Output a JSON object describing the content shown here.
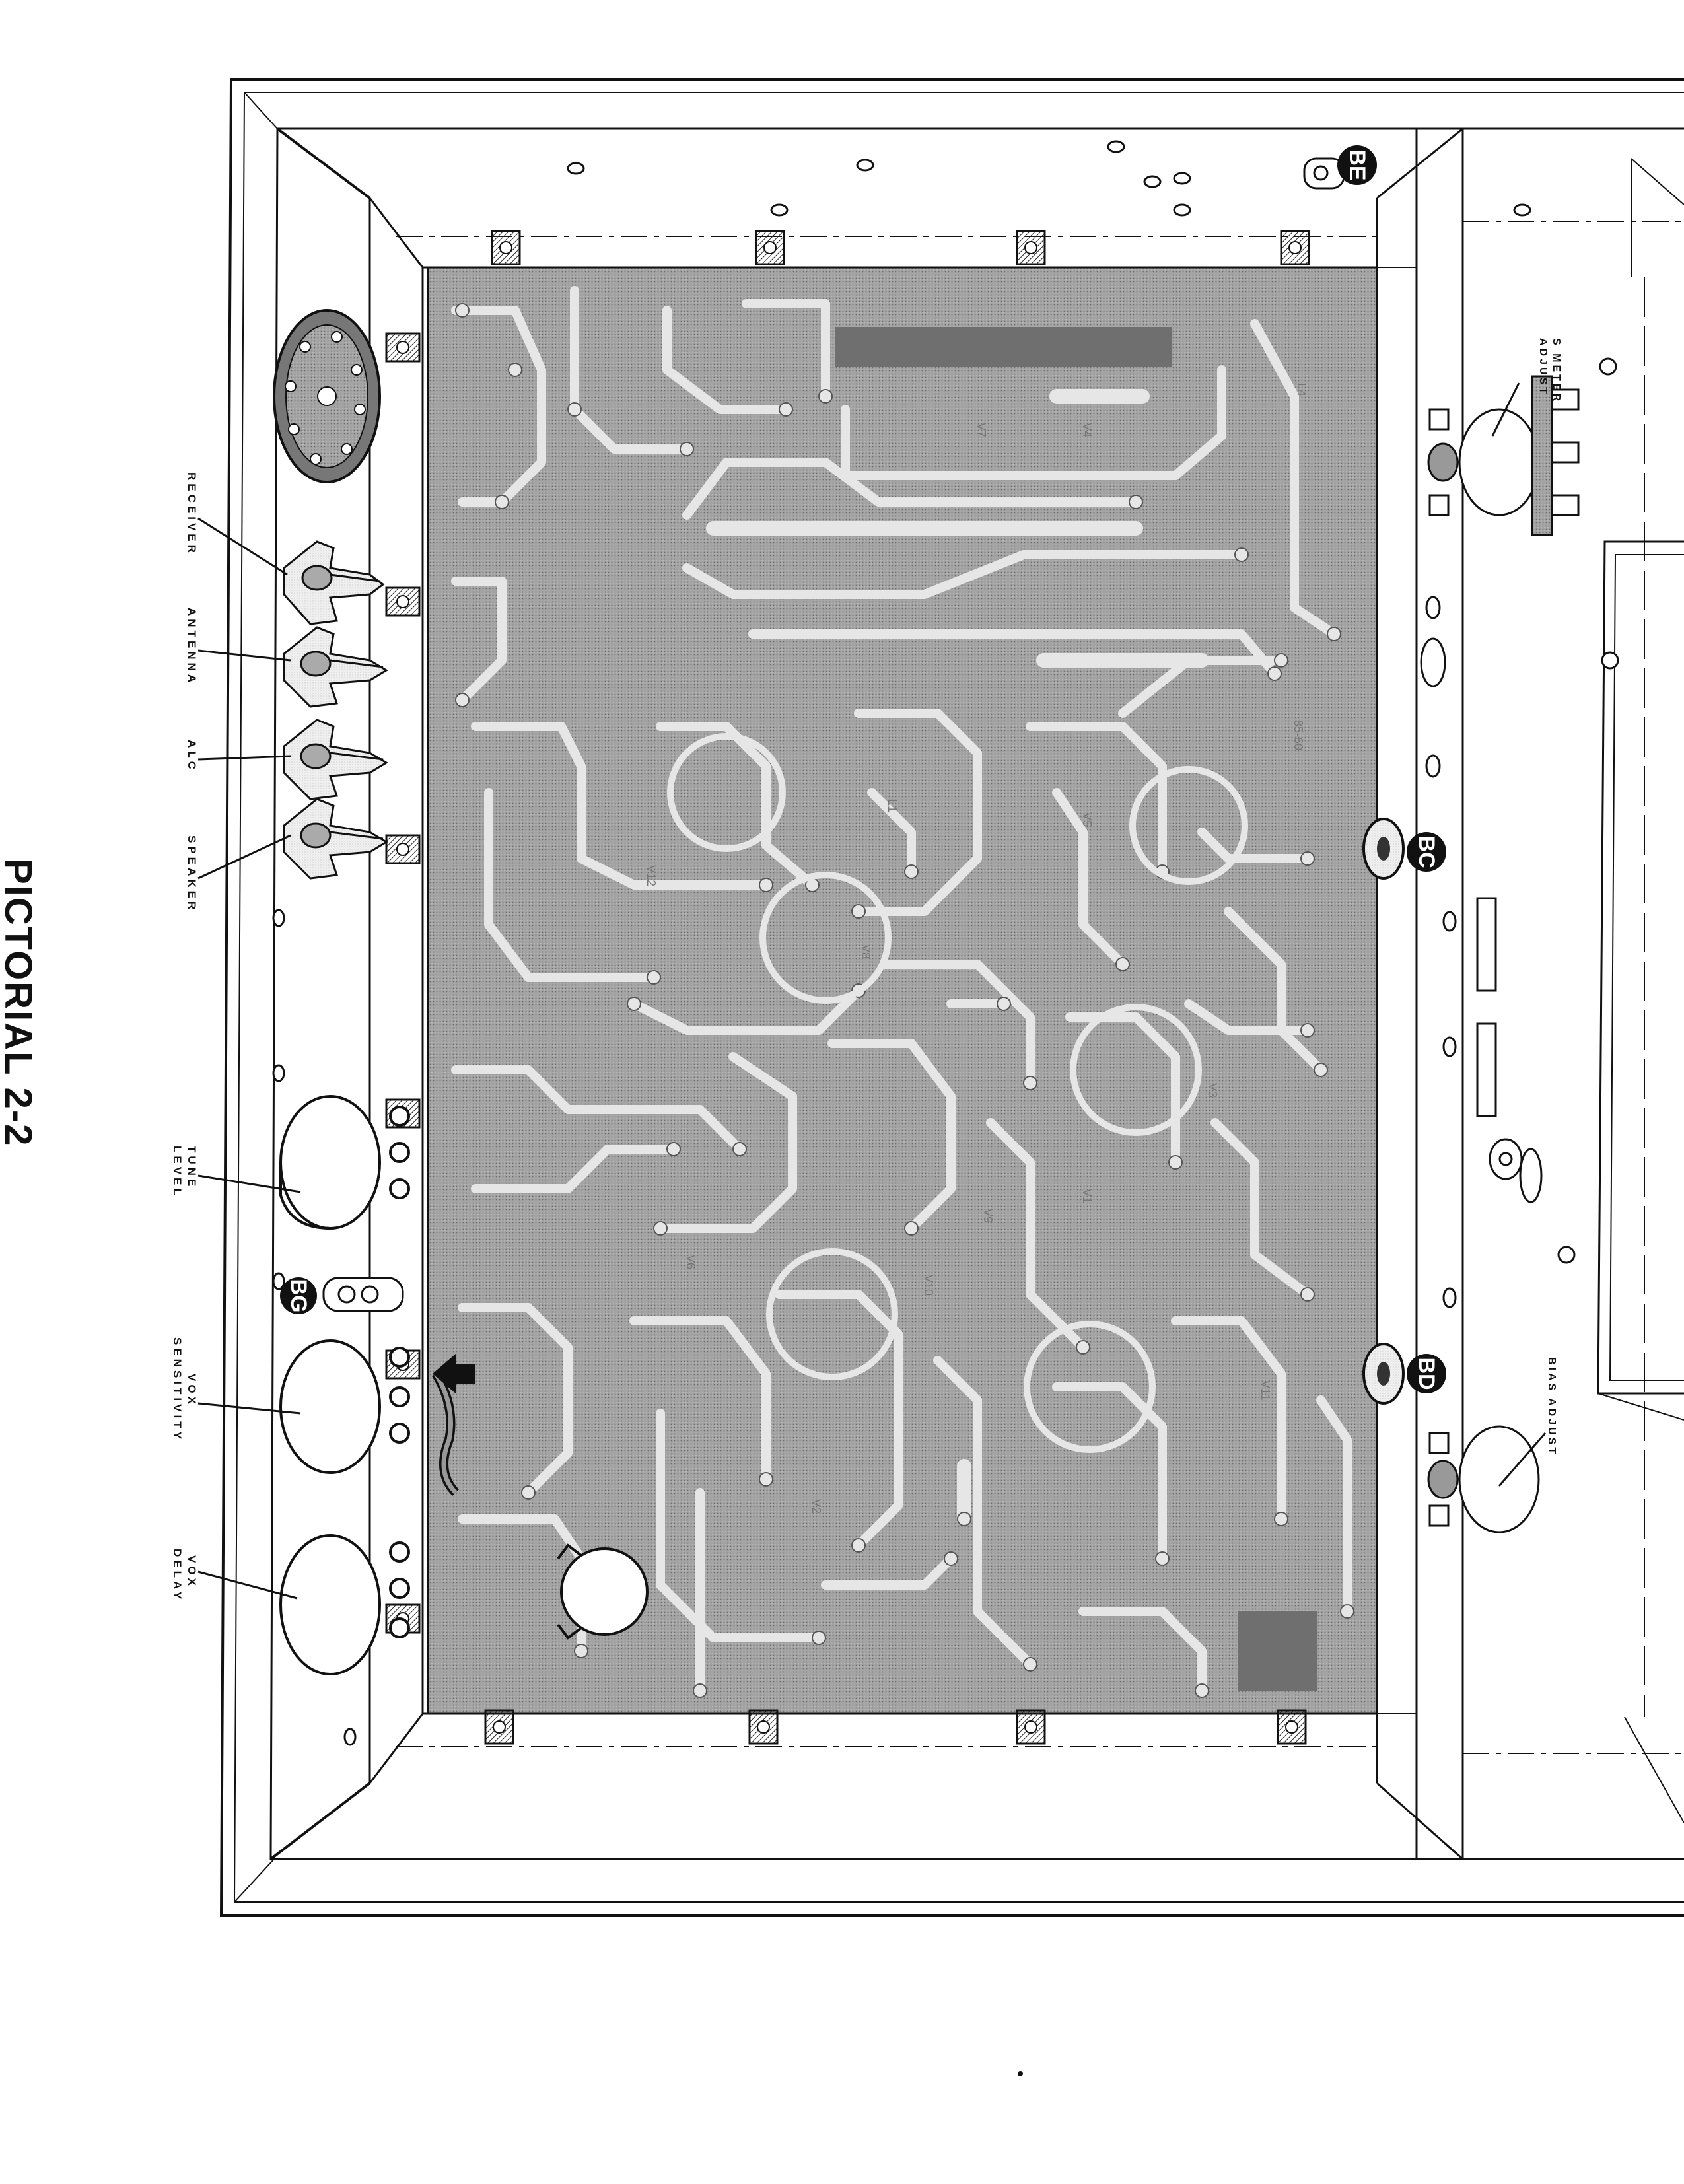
{
  "caption": "PICTORIAL 2-2",
  "left_labels": {
    "receiver": "RECEIVER",
    "antenna": "ANTENNA",
    "alc": "ALC",
    "speaker": "SPEAKER",
    "tune_level": [
      "TUNE",
      "LEVEL"
    ],
    "vox_sensitivity": [
      "VOX",
      "SENSITIVITY"
    ],
    "vox_delay": [
      "VOX",
      "DELAY"
    ]
  },
  "right_labels": {
    "s_meter_adjust": [
      "S METER",
      "ADJUST"
    ],
    "bias_adjust": "BIAS ADJUST"
  },
  "plug_tags": {
    "be": "BE",
    "bc": "BC",
    "bd": "BD",
    "bg": "BG"
  },
  "board_refs": {
    "board_number": "85-60",
    "v1": "V1",
    "v2": "V2",
    "v3": "V3",
    "v4": "V4",
    "v5": "V5",
    "v6": "V6",
    "v7": "V7",
    "v8": "V8",
    "v9": "V9",
    "v10": "V10",
    "v11": "V11",
    "v12": "V12",
    "l1": "L1",
    "l4": "L4"
  },
  "colors": {
    "ink": "#111111",
    "board": "#9a9a9a",
    "trace": "#e2e2e2",
    "paper": "#ffffff"
  }
}
